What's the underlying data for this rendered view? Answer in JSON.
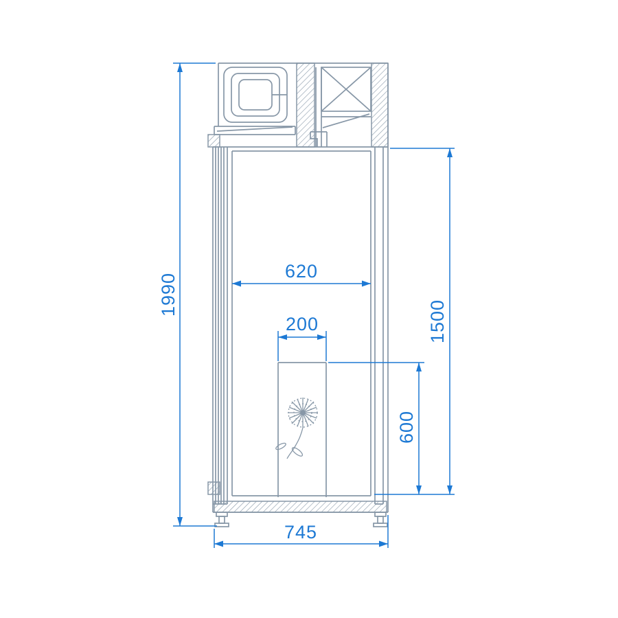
{
  "colors": {
    "background": "#ffffff",
    "drawing_line": "#8797a7",
    "dimension_accent": "#1d79d4"
  },
  "icons": {
    "flower": "dandelion-flower-drawing"
  },
  "dimensions": {
    "overall_height": "1990",
    "interior_width": "620",
    "product_width": "200",
    "interior_height": "1500",
    "product_height": "600",
    "overall_depth": "745"
  }
}
